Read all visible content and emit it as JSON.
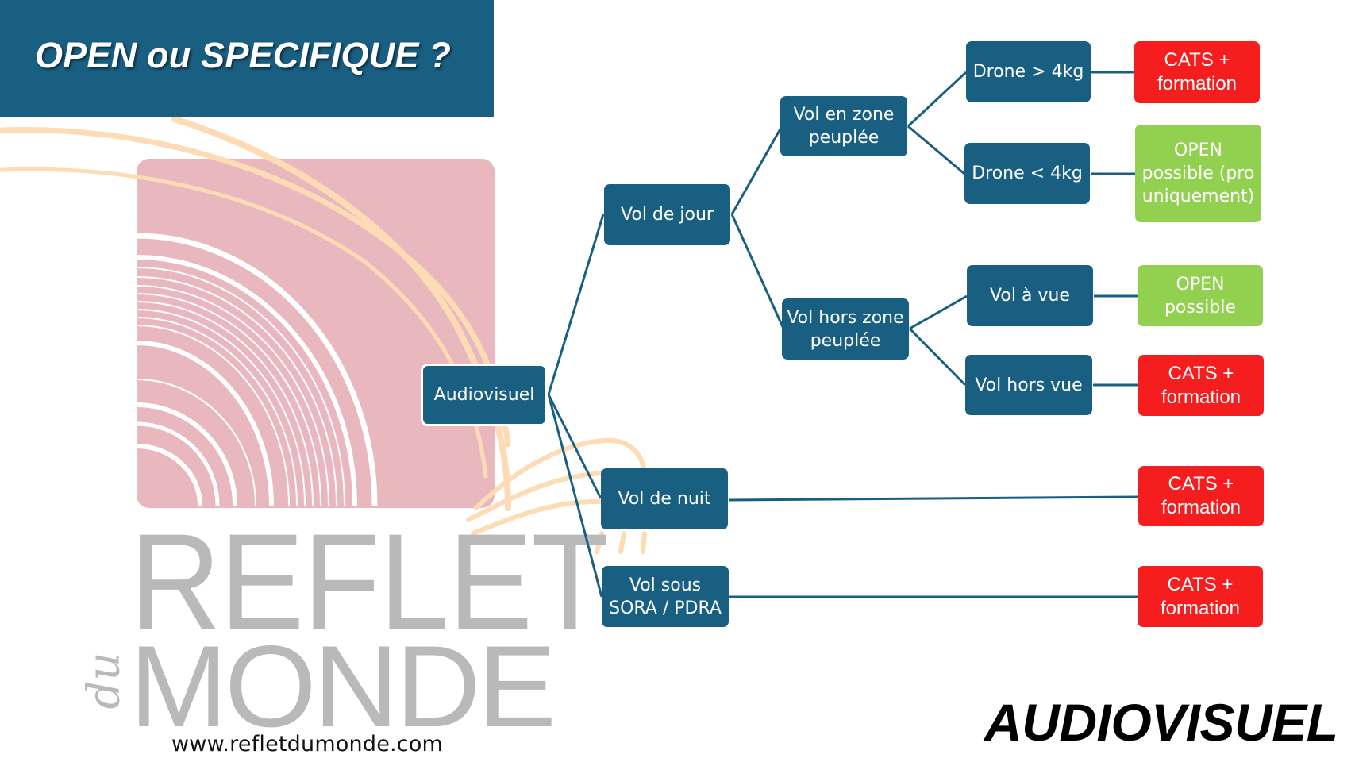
{
  "header": {
    "title": "OPEN ou SPECIFIQUE ?"
  },
  "logo": {
    "word1": "REFLET",
    "script": "du",
    "word2": "MONDE",
    "url": "www.refletdumonde.com"
  },
  "category_label": "AUDIOVISUEL",
  "colors": {
    "primary_blue": "#195f82",
    "red": "#f61d1f",
    "green": "#92d050",
    "logo_pink": "#e9b8bf",
    "logo_peach": "#fddcb5",
    "logo_gray": "#b9b9b9"
  },
  "tree": {
    "root": {
      "label": "Audiovisuel"
    },
    "level1": [
      {
        "id": "jour",
        "label": "Vol de jour"
      },
      {
        "id": "nuit",
        "label": "Vol de nuit"
      },
      {
        "id": "sora",
        "label": "Vol sous\nSORA / PDRA"
      }
    ],
    "level2": [
      {
        "id": "zone",
        "parent": "jour",
        "label": "Vol en zone\npeuplée"
      },
      {
        "id": "horszone",
        "parent": "jour",
        "label": "Vol hors zone\npeuplée"
      }
    ],
    "level3": [
      {
        "id": "plus4",
        "parent": "zone",
        "label": "Drone > 4kg"
      },
      {
        "id": "moins4",
        "parent": "zone",
        "label": "Drone < 4kg"
      },
      {
        "id": "avue",
        "parent": "horszone",
        "label": "Vol à vue"
      },
      {
        "id": "horsvue",
        "parent": "horszone",
        "label": "Vol hors vue"
      }
    ],
    "outcomes": [
      {
        "parent": "plus4",
        "label": "CATS +\nformation",
        "status": "specific"
      },
      {
        "parent": "moins4",
        "label": "OPEN\npossible (pro\nuniquement)",
        "status": "open"
      },
      {
        "parent": "avue",
        "label": "OPEN\npossible",
        "status": "open"
      },
      {
        "parent": "horsvue",
        "label": "CATS +\nformation",
        "status": "specific"
      },
      {
        "parent": "nuit",
        "label": "CATS +\nformation",
        "status": "specific"
      },
      {
        "parent": "sora",
        "label": "CATS +\nformation",
        "status": "specific"
      }
    ]
  }
}
